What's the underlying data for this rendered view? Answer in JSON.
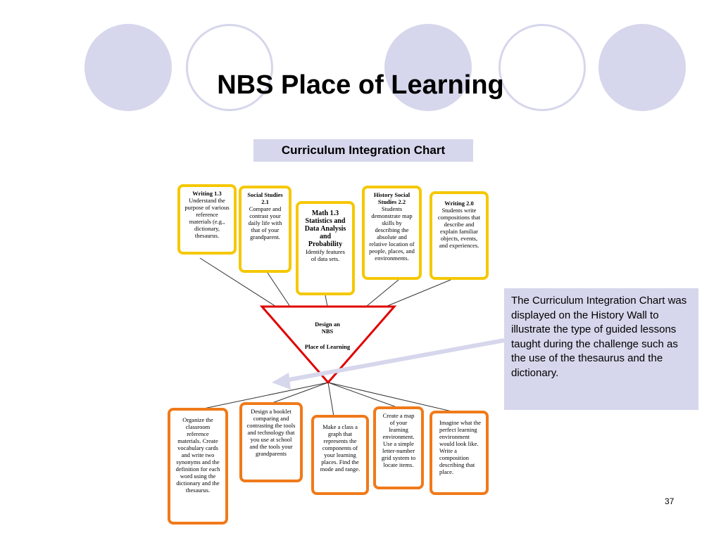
{
  "slide": {
    "title": "NBS Place of Learning",
    "subtitle": "Curriculum Integration Chart",
    "page_number": "37",
    "colors": {
      "circle_fill": "#d6d6ec",
      "top_box_border": "#f5c800",
      "bottom_box_border": "#f07a1a",
      "triangle_stroke": "#e00000",
      "arrow": "#d6d6ec"
    }
  },
  "top_boxes": [
    {
      "heading": "Writing 1.3",
      "body": "Understand the purpose of various reference materials (e.g., dictionary, thesaurus."
    },
    {
      "heading": "Social Studies 2.1",
      "body": "Compare and contrast your daily life with that of your grandparent."
    },
    {
      "heading": "Math 1.3 Statistics and Data Analysis and Probability",
      "body": "Identify features of data sets."
    },
    {
      "heading": "History Social Studies 2.2",
      "body": "Students demonstrate map skills by describing the absolute and relative location of people, places, and environments."
    },
    {
      "heading": "Writing 2.0",
      "body": "Students write compositions that describe and explain familiar objects, events, and experiences."
    }
  ],
  "center": {
    "line1": "Design an",
    "line2": "NBS",
    "line3": "Place of Learning"
  },
  "bottom_boxes": [
    {
      "body": "Organize the classroom reference materials. Create vocabulary cards and write two synonyms and the definition for each word using the dictionary and the thesaurus."
    },
    {
      "body": "Design a booklet comparing and contrasting the tools and technology that you use at school and the tools your grandparents"
    },
    {
      "body": "Make a class a graph that represents the components of your learning places. Find the mode and range."
    },
    {
      "body": "Create a map of your learning environment. Use a simple letter-number grid system to locate items."
    },
    {
      "body": "Imagine what the perfect learning environment would look like. Write a composition describing that place."
    }
  ],
  "note": {
    "text": "The Curriculum Integration Chart was displayed on the History Wall to illustrate the type of guided lessons taught during the challenge such as the use of the thesaurus and the dictionary."
  }
}
